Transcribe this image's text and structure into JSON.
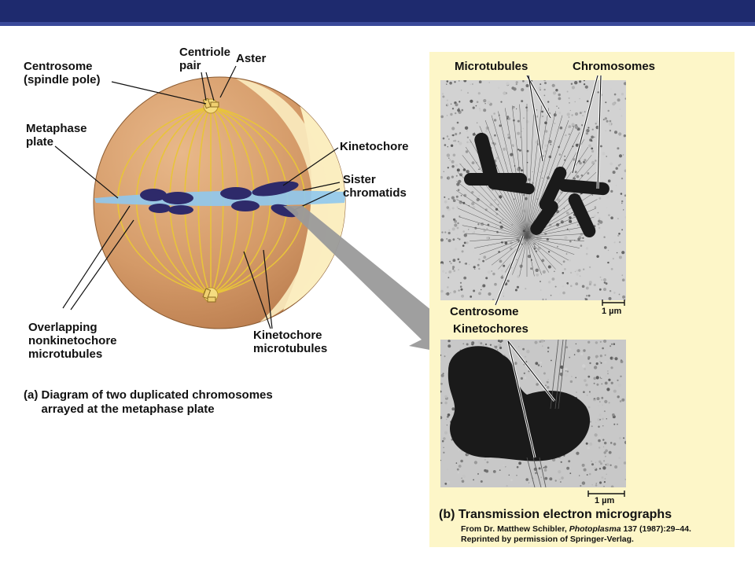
{
  "panel_a": {
    "labels": {
      "centrosome": "Centrosome\n(spindle pole)",
      "centriole_pair": "Centriole\npair",
      "aster": "Aster",
      "metaphase_plate": "Metaphase\nplate",
      "kinetochore": "Kinetochore",
      "sister_chromatids": "Sister\nchromatids",
      "overlapping": "Overlapping\nnonkinetochore\nmicrotubules",
      "kinetochore_microtubules": "Kinetochore\nmicrotubules"
    },
    "caption_letter": "(a)",
    "caption_text": "Diagram of two duplicated chromosomes\narrayed at the metaphase plate"
  },
  "panel_b": {
    "labels": {
      "microtubules": "Microtubules",
      "chromosomes": "Chromosomes",
      "centrosome": "Centrosome",
      "kinetochores": "Kinetochores"
    },
    "scale_bar_1": "1 µm",
    "scale_bar_2": "1 µm",
    "caption_letter": "(b)",
    "caption_text": "Transmission electron micrographs",
    "credit_prefix": "From Dr. Matthew Schibler, ",
    "credit_journal": "Photoplasma",
    "credit_suffix": " 137 (1987):29–44.",
    "credit_line2": "Reprinted by permission of Springer-Verlag."
  },
  "colors": {
    "header_bar": "#1e2a6e",
    "cell": "#d9a070",
    "spindle": "#e8c43a",
    "metaphase_plate": "#8fc8ee",
    "chromosome": "#2e2a6a",
    "panel_b_bg": "#fdf6c8"
  }
}
